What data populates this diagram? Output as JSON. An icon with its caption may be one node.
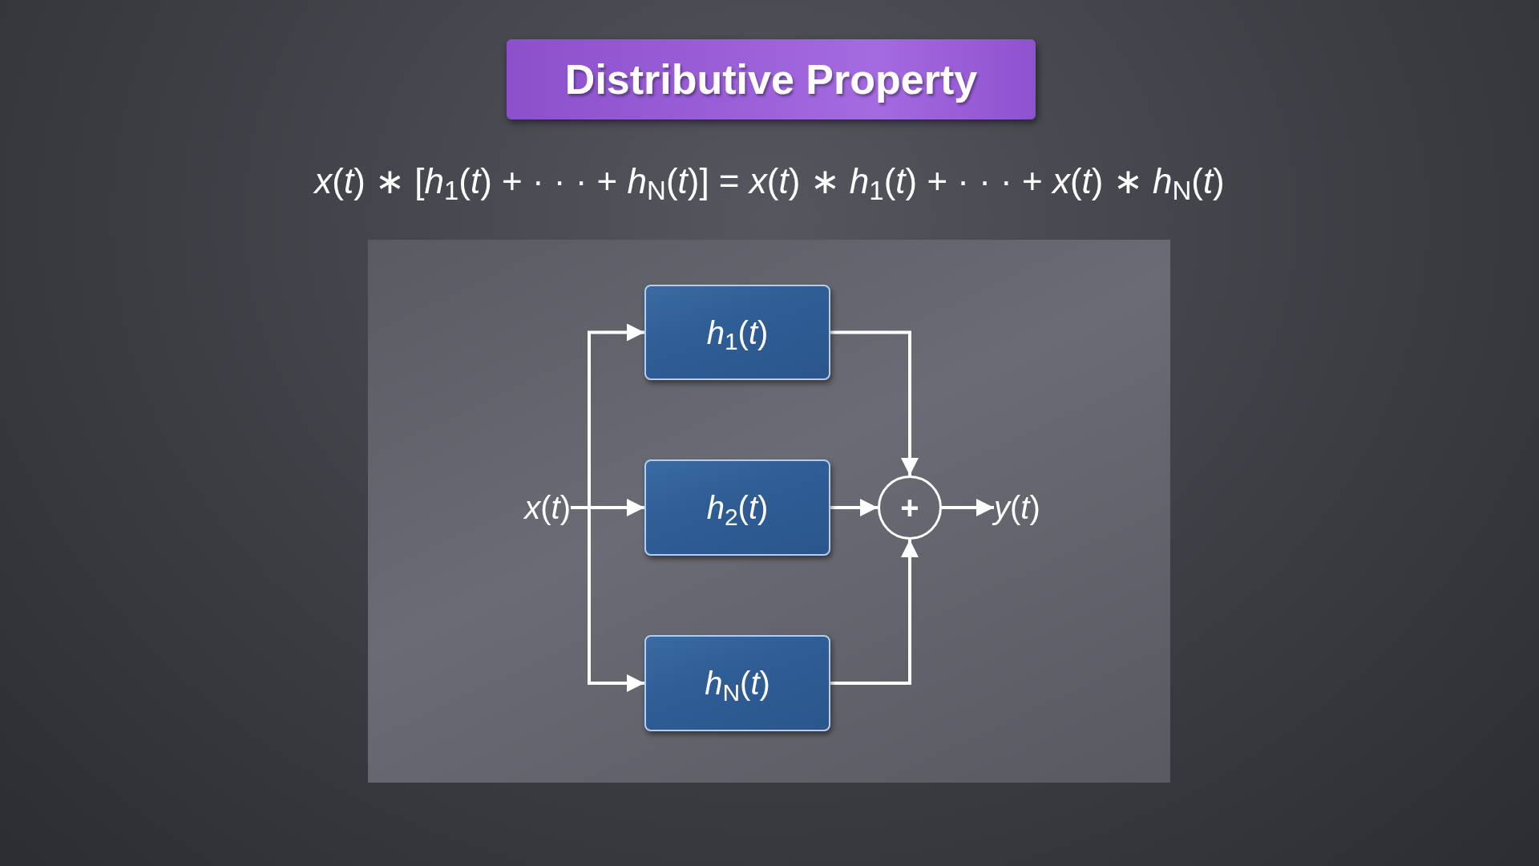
{
  "diagram": {
    "title": "Distributive Property",
    "nodes": [
      {
        "text": [
          "*x*(*t*)"
        ]
      },
      {
        "text": [
          "*h*$_{1}$(*t*)"
        ]
      },
      {
        "text": [
          "*h*$_{2}$(*t*)"
        ]
      },
      {
        "text": [
          "*h*$_{N}$(*t*)"
        ]
      },
      {
        "text": [
          "+"
        ]
      },
      {
        "text": [
          "*y*(*t*)"
        ]
      }
    ],
    "edges": [
      {
        "from": 0,
        "to": 1,
        "arrow": "to"
      },
      {
        "from": 0,
        "to": 2,
        "arrow": "to"
      },
      {
        "from": 0,
        "to": 3,
        "arrow": "to"
      },
      {
        "from": 1,
        "to": 4,
        "arrow": "to"
      },
      {
        "from": 2,
        "to": 4,
        "arrow": "to"
      },
      {
        "from": 3,
        "to": 4,
        "arrow": "to"
      },
      {
        "from": 4,
        "to": 5,
        "arrow": "to"
      }
    ],
    "labels": [
      "*x*(*t*) ∗ [*h*$_{1}$(*t*) + · · · + *h*$_{N}$(*t*)] = *x*(*t*) ∗ *h*$_{1}$(*t*) + · · · + *x*(*t*) ∗ *h*$_{N}$(*t*)"
    ]
  }
}
